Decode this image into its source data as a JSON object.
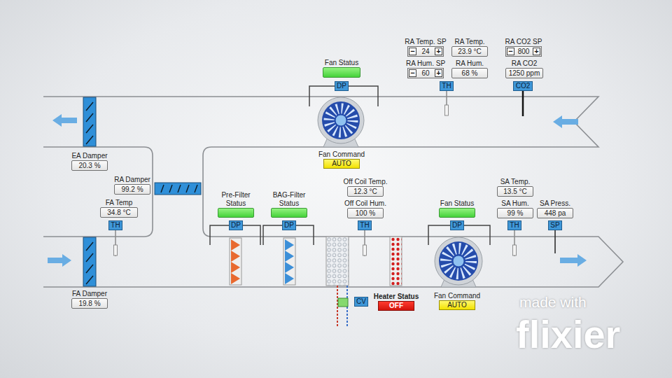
{
  "diagram": {
    "nodes": [
      {
        "text": [
          "RA Temp. SP",
          "−",
          "24",
          "+"
        ]
      },
      {
        "text": [
          "RA Temp.",
          "23.9 °C"
        ]
      },
      {
        "text": [
          "RA CO2 SP",
          "−",
          "800",
          "+"
        ]
      },
      {
        "text": [
          "Fan Status"
        ]
      },
      {
        "text": [
          "RA Hum. SP",
          "−",
          "60",
          "+"
        ]
      },
      {
        "text": [
          "RA Hum.",
          "68 %"
        ]
      },
      {
        "text": [
          "RA CO2",
          "1250 ppm"
        ]
      },
      {
        "text": [
          "DP"
        ]
      },
      {
        "text": [
          "TH"
        ]
      },
      {
        "text": [
          "CO2"
        ]
      },
      {
        "text": [
          "Fan Command",
          "AUTO"
        ]
      },
      {
        "text": [
          "EA Damper",
          "20.3 %"
        ]
      },
      {
        "text": [
          "RA Damper",
          "99.2 %"
        ]
      },
      {
        "text": [
          "Off Coil Temp.",
          "12.3 °C"
        ]
      },
      {
        "text": [
          "SA Temp.",
          "13.5 °C"
        ]
      },
      {
        "text": [
          "Pre-Filter Status"
        ]
      },
      {
        "text": [
          "BAG-Filter Status"
        ]
      },
      {
        "text": [
          "FA Temp",
          "34.8 °C"
        ]
      },
      {
        "text": [
          "Off Coil Hum.",
          "100 %"
        ]
      },
      {
        "text": [
          "Fan Status"
        ]
      },
      {
        "text": [
          "SA Hum.",
          "99 %"
        ]
      },
      {
        "text": [
          "SA Press.",
          "448 pa"
        ]
      },
      {
        "text": [
          "TH"
        ]
      },
      {
        "text": [
          "DP"
        ]
      },
      {
        "text": [
          "DP"
        ]
      },
      {
        "text": [
          "TH"
        ]
      },
      {
        "text": [
          "DP"
        ]
      },
      {
        "text": [
          "TH"
        ]
      },
      {
        "text": [
          "SP"
        ]
      },
      {
        "text": [
          "Heater Status",
          "OFF"
        ]
      },
      {
        "text": [
          "Fan Command",
          "AUTO"
        ]
      },
      {
        "text": [
          "FA Damper",
          "19.8 %"
        ]
      },
      {
        "text": [
          "CV"
        ]
      }
    ],
    "labels": [
      "made with",
      "flixier"
    ]
  }
}
